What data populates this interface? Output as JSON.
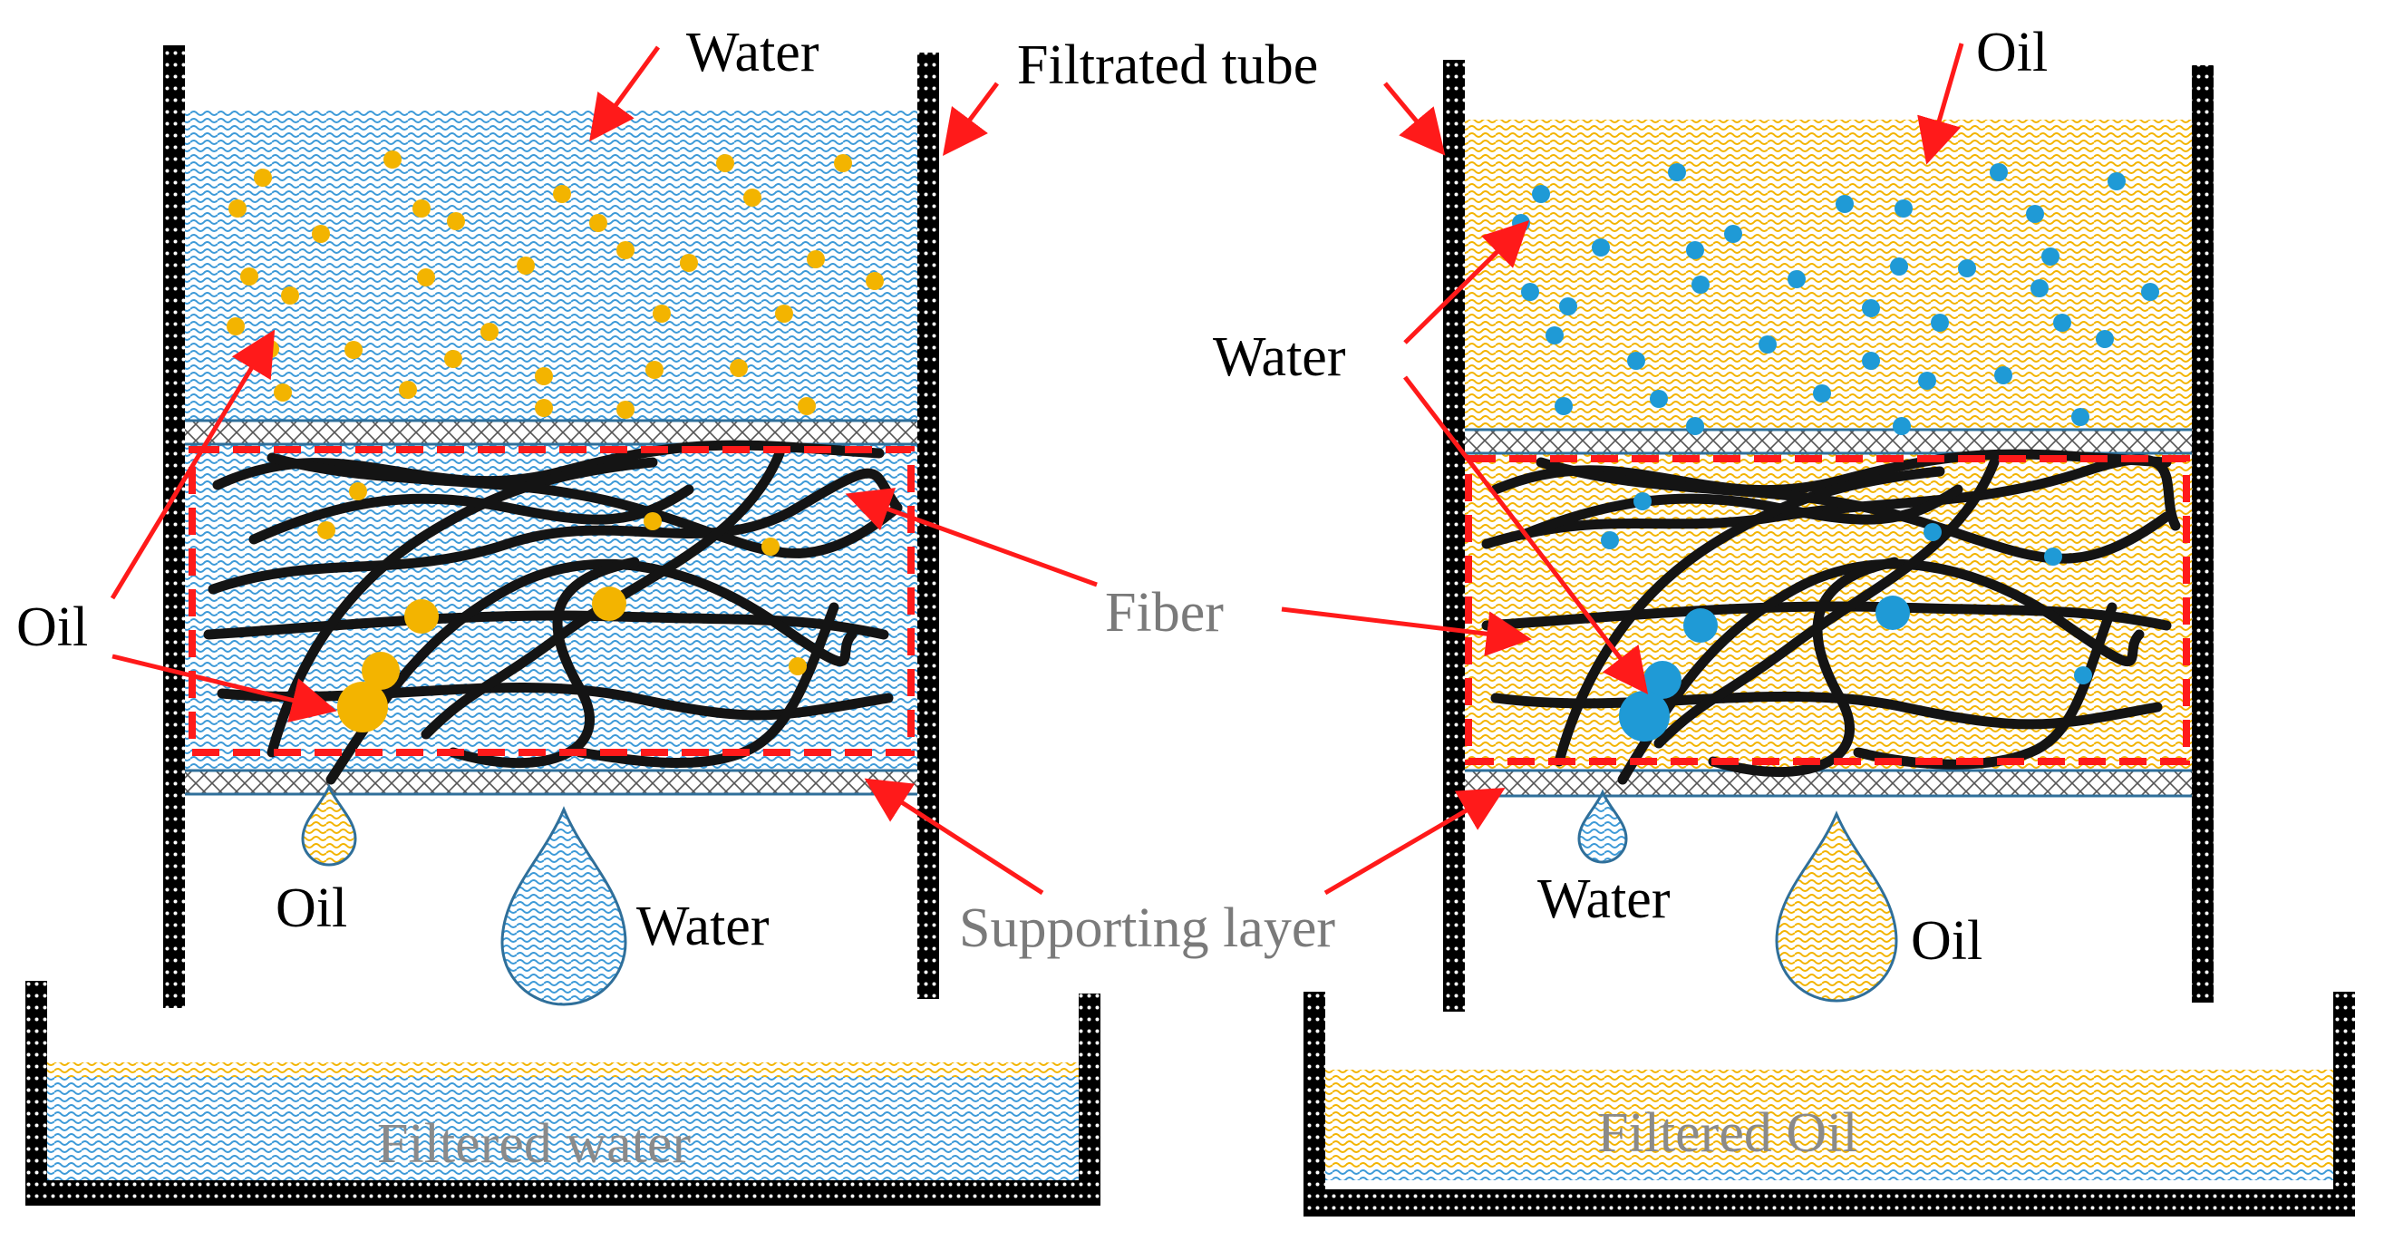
{
  "labels": {
    "left_water": "Water",
    "filtrated_tube": "Filtrated tube",
    "left_oil": "Oil",
    "fiber": "Fiber",
    "supporting_layer": "Supporting layer",
    "left_drop_oil": "Oil",
    "left_drop_water": "Water",
    "left_basin": "Filtered water",
    "right_oil": "Oil",
    "right_water": "Water",
    "right_drop_water": "Water",
    "right_drop_oil": "Oil",
    "right_basin": "Filtered Oil"
  },
  "colors": {
    "water_blue": "#3d9ad8",
    "oil_yellow": "#f3b400",
    "arrow_red": "#ff1a1a",
    "fiber_black": "#141414",
    "frame_black": "#000000",
    "mesh_border": "#2f6f9a",
    "box_red": "#ff1a1a",
    "text_gray": "#7a7a7a"
  },
  "icons": [
    "water-droplet-icon",
    "oil-droplet-icon"
  ]
}
